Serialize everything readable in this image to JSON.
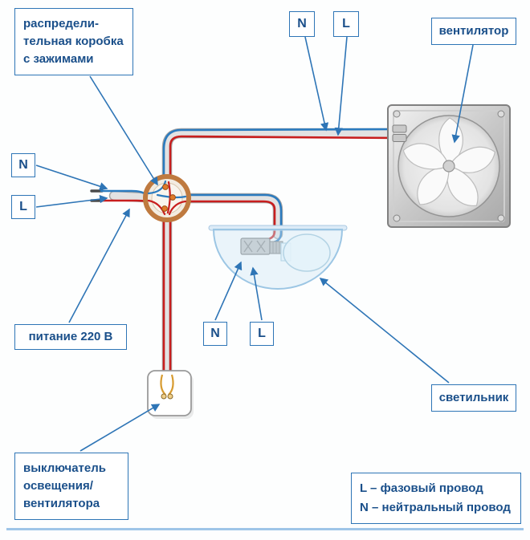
{
  "colors": {
    "accent": "#2e75b6",
    "text": "#1a4f8a",
    "wire-red": "#c81e1e",
    "wire-blue": "#2b7bbf",
    "casing": "#e2e2e2",
    "casing-edge": "#a6a6a6",
    "divider": "#9fc5e8"
  },
  "labels": {
    "junction_box": {
      "line1": "распредели-",
      "line2": "тельная коробка",
      "line3": "с зажимами"
    },
    "fan": "вентилятор",
    "power": "питание 220 В",
    "lamp": "светильник",
    "switch": {
      "line1": "выключатель",
      "line2": "освещения/",
      "line3": "вентилятора"
    },
    "n": "N",
    "l": "L",
    "legend": {
      "line1": "L – фазовый провод",
      "line2": "N – нейтральный провод"
    }
  }
}
